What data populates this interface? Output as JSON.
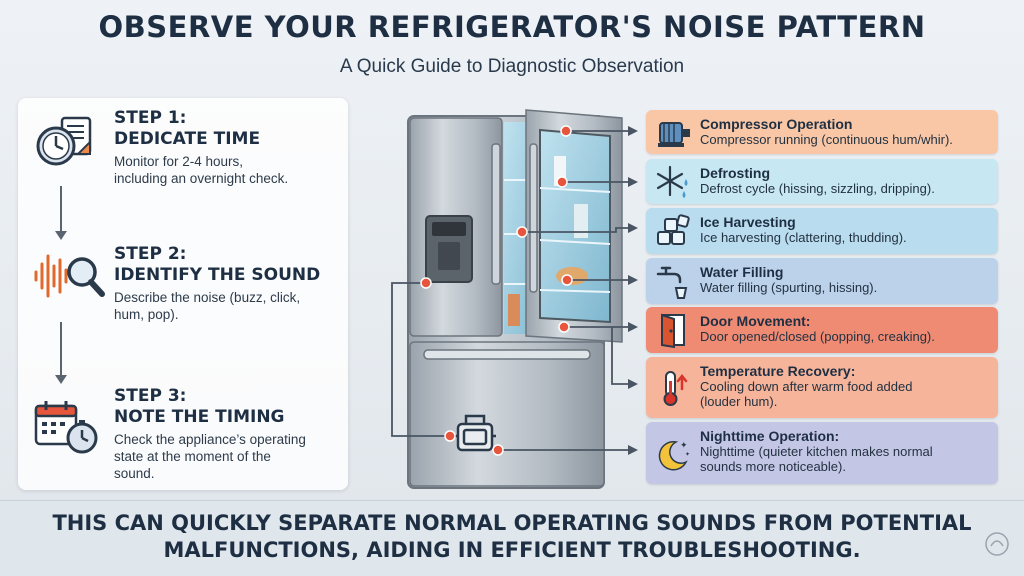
{
  "header": {
    "title": "OBSERVE YOUR REFRIGERATOR'S NOISE PATTERN",
    "subtitle": "A Quick Guide to Diagnostic Observation"
  },
  "steps": [
    {
      "label": "STEP 1:",
      "title": "DEDICATE TIME",
      "desc_lines": [
        "Monitor for 2-4 hours,",
        "including an overnight check."
      ],
      "icon": "clock-calendar-icon"
    },
    {
      "label": "STEP 2:",
      "title": "IDENTIFY THE SOUND",
      "desc_lines": [
        "Describe the noise (buzz, click,",
        "hum, pop)."
      ],
      "icon": "soundwave-magnifier-icon"
    },
    {
      "label": "STEP 3:",
      "title": "NOTE THE TIMING",
      "desc_lines": [
        "Check the appliance’s operating",
        "state at the moment of the",
        "sound."
      ],
      "icon": "calendar-stopwatch-icon"
    }
  ],
  "sources": [
    {
      "title": "Compressor Operation",
      "desc_lines": [
        "Compressor running (continuous hum/whir)."
      ],
      "color": "#f9c7a6",
      "icon": "motor-icon"
    },
    {
      "title": "Defrosting",
      "desc_lines": [
        "Defrost cycle (hissing, sizzling, dripping)."
      ],
      "color": "#c7e7f2",
      "icon": "snowflake-drops-icon"
    },
    {
      "title": "Ice Harvesting",
      "desc_lines": [
        "Ice harvesting (clattering, thudding)."
      ],
      "color": "#b9dcee",
      "icon": "ice-cubes-icon"
    },
    {
      "title": "Water Filling",
      "desc_lines": [
        "Water filling (spurting, hissing)."
      ],
      "color": "#bcd2ea",
      "icon": "faucet-glass-icon"
    },
    {
      "title": "Door Movement:",
      "desc_lines": [
        "Door opened/closed (popping, creaking)."
      ],
      "color": "#ef8a73",
      "icon": "door-icon"
    },
    {
      "title": "Temperature Recovery:",
      "desc_lines": [
        "Cooling down after warm food added",
        "(louder hum)."
      ],
      "color": "#f6b49a",
      "icon": "thermometer-up-icon"
    },
    {
      "title": "Nighttime Operation:",
      "desc_lines": [
        "Nighttime (quieter kitchen makes normal",
        "sounds more noticeable)."
      ],
      "color": "#c4c6e6",
      "icon": "moon-stars-icon"
    }
  ],
  "footer": {
    "lines": [
      "THIS CAN QUICKLY SEPARATE NORMAL OPERATING SOUNDS FROM POTENTIAL",
      "MALFUNCTIONS, AIDING IN EFFICIENT TROUBLESHOOTING."
    ]
  },
  "colors": {
    "marker": "#e8553d",
    "connector": "#4a5563",
    "steel": "#b4bcc4"
  }
}
